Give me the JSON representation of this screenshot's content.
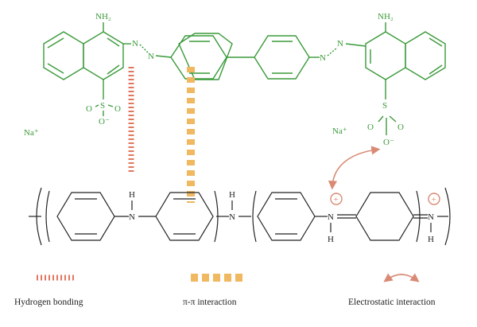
{
  "dye": {
    "amine_left": "NH₂",
    "amine_right": "NH₂",
    "azo_n": "N",
    "sulfur": "S",
    "oxygen": "O",
    "oxygen_minus": "O⁻",
    "sodium_left": "Na⁺",
    "sodium_right": "Na⁺"
  },
  "polymer": {
    "nitrogen": "N",
    "hydrogen": "H",
    "charge": "+"
  },
  "colors": {
    "dye": "#3a9a3a",
    "hydrogen_bond": "#e07860",
    "pi_pi": "#f0b860",
    "electrostatic": "#d98a74",
    "polymer": "#222222"
  },
  "legend": {
    "hydrogen_bonding": "Hydrogen bonding",
    "pi_pi": "π-π interaction",
    "electrostatic": "Electrostatic interaction"
  }
}
